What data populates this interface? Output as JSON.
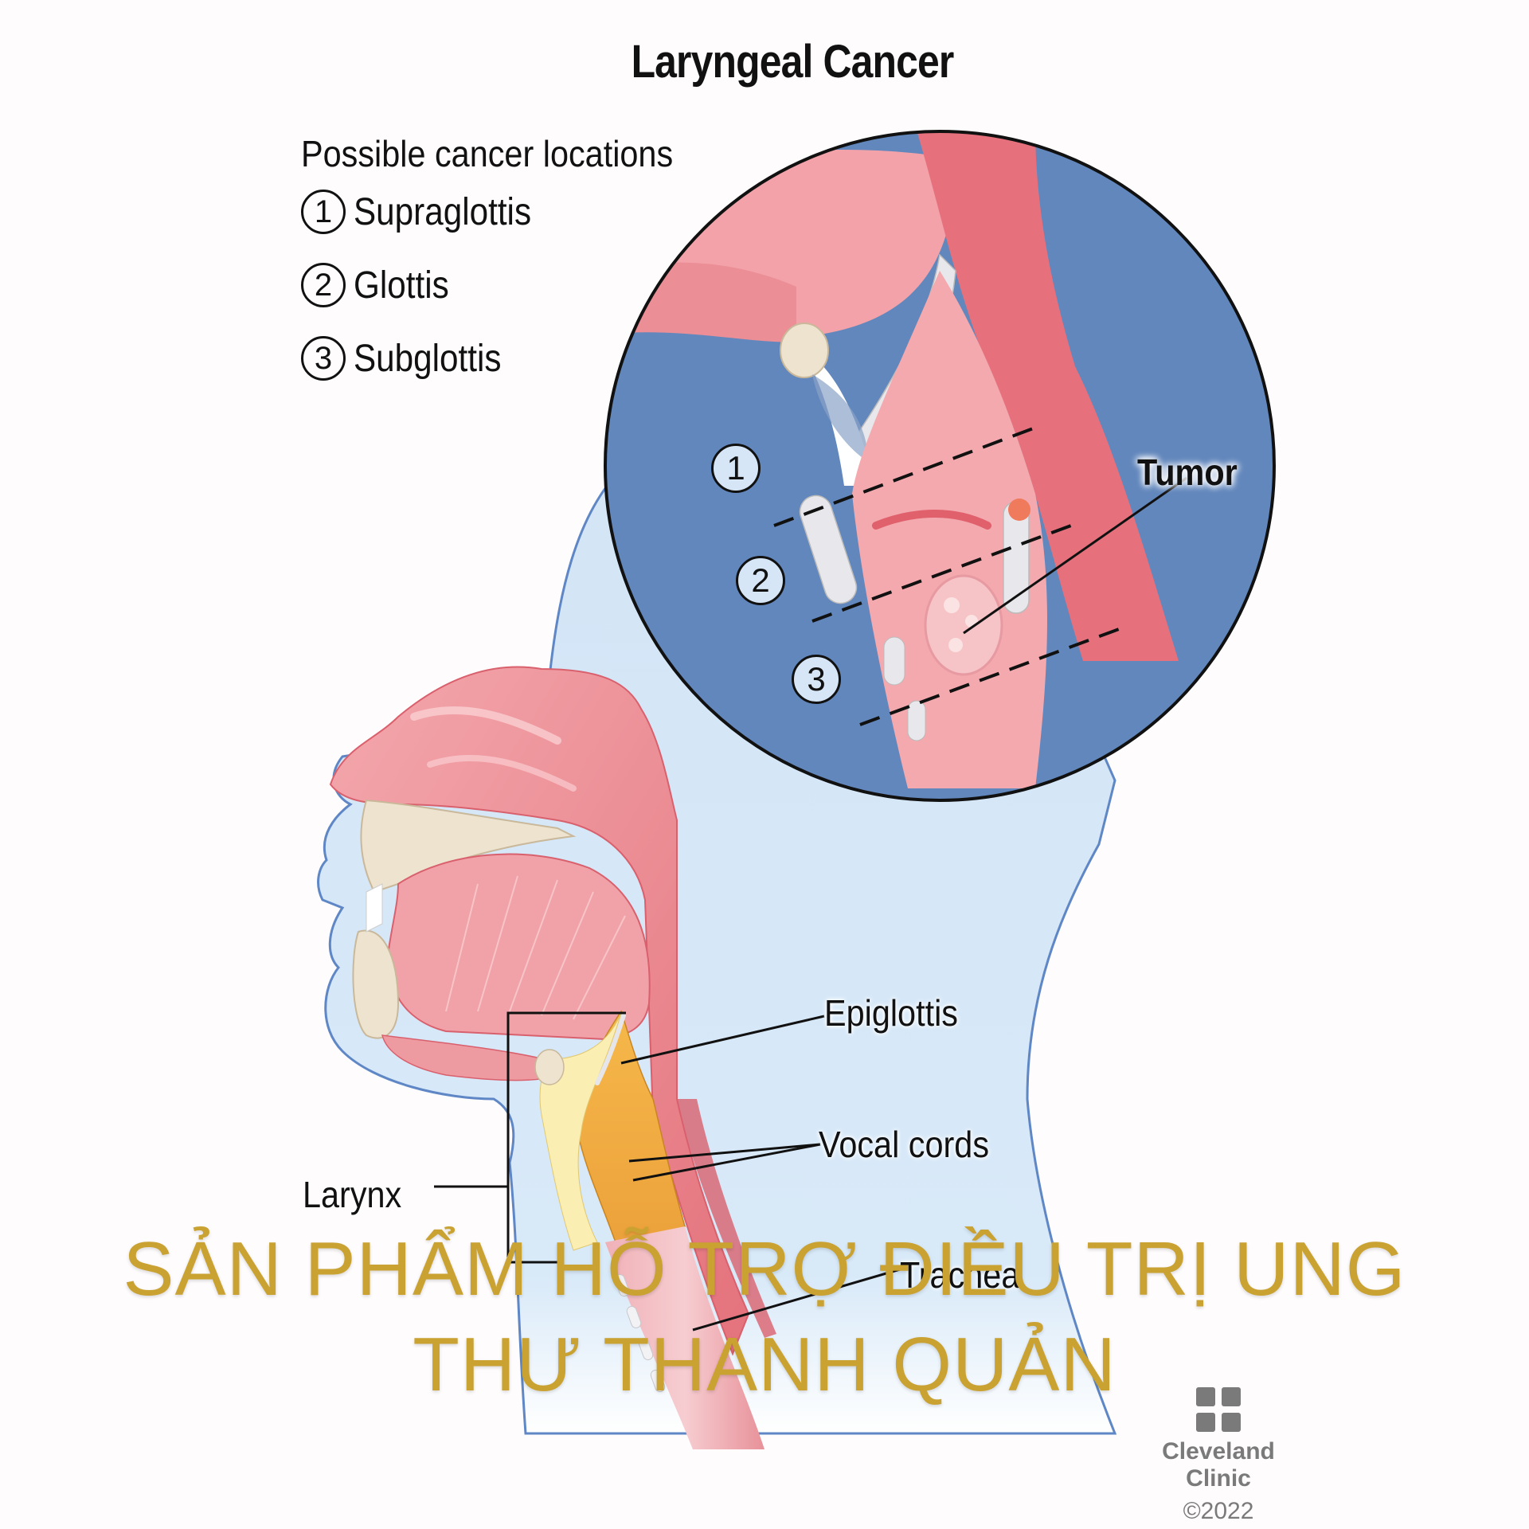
{
  "title": "Laryngeal Cancer",
  "legend": {
    "heading": "Possible cancer locations",
    "items": [
      {
        "number": "1",
        "label": "Supraglottis"
      },
      {
        "number": "2",
        "label": "Glottis"
      },
      {
        "number": "3",
        "label": "Subglottis"
      }
    ]
  },
  "inset": {
    "zone_numbers": [
      "1",
      "2",
      "3"
    ],
    "tumor_label": "Tumor"
  },
  "anatomy_labels": {
    "epiglottis": "Epiglottis",
    "vocal_cords": "Vocal cords",
    "larynx": "Larynx",
    "trachea": "Trachea"
  },
  "overlay": {
    "line1": "SẢN PHẨM HỖ TRỢ ĐIỀU TRỊ UNG",
    "line2": "THƯ THANH QUẢN",
    "color": "#c9a232"
  },
  "credit": {
    "name_line1": "Cleveland",
    "name_line2": "Clinic",
    "copyright": "©2022"
  },
  "colors": {
    "background": "#fefcfc",
    "skin_fill": "#d6e8f7",
    "skin_outline": "#5f87c6",
    "tissue_pink": "#ec8d95",
    "tissue_dark": "#d9606d",
    "bone": "#ede3cf",
    "larynx_orange": "#f0a830",
    "inset_background": "#6287bc"
  }
}
